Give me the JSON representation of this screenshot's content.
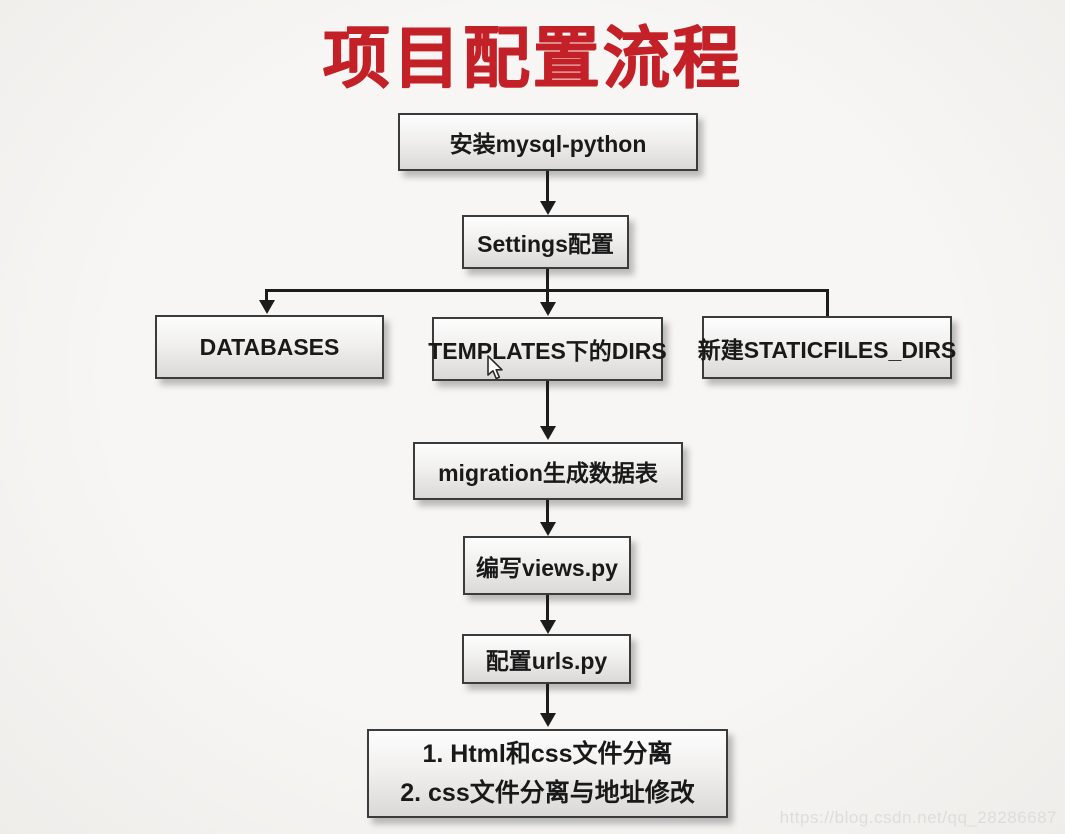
{
  "title": "项目配置流程",
  "nodes": {
    "install": "安装mysql-python",
    "settings": "Settings配置",
    "databases": "DATABASES",
    "templates": "TEMPLATES下的DIRS",
    "staticfiles": "新建STATICFILES_DIRS",
    "migration": "migration生成数据表",
    "views": "编写views.py",
    "urls": "配置urls.py",
    "final": [
      "1. Html和css文件分离",
      "2. css文件分离与地址修改"
    ]
  },
  "watermark": "https://blog.csdn.net/qq_28286687",
  "colors": {
    "title": "#c32127",
    "box_border": "#3b3b3b",
    "arrow": "#1c1c1c",
    "background": "#f5f4f2"
  }
}
